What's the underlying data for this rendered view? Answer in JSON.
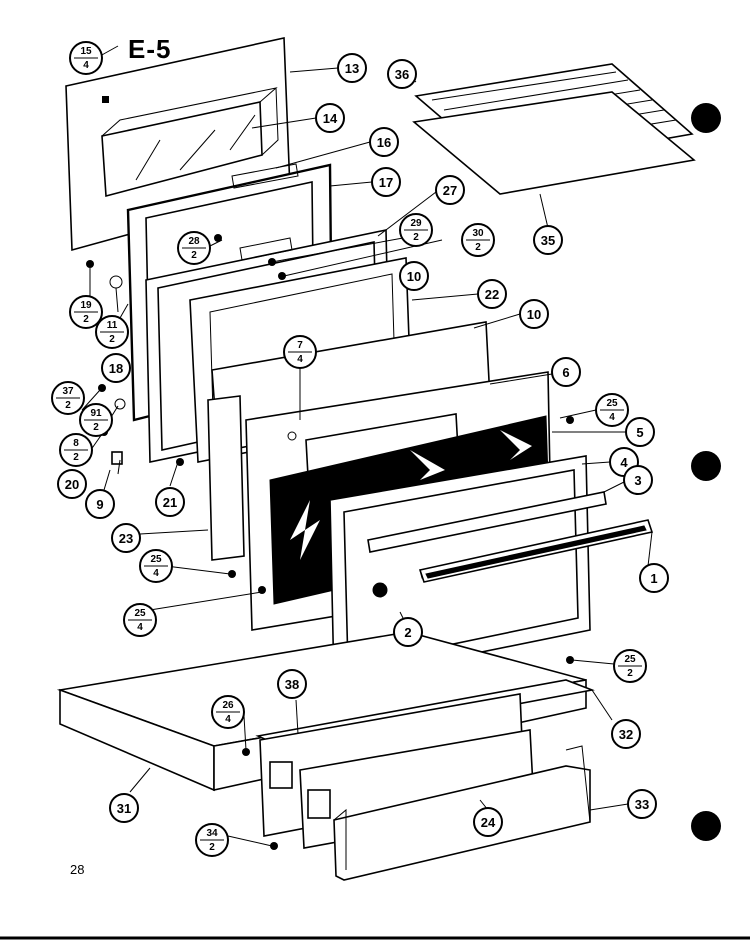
{
  "title": "E-5",
  "page_number": "28",
  "callouts": [
    {
      "label": "13"
    },
    {
      "label": "14"
    },
    {
      "label": "16"
    },
    {
      "label": "17"
    },
    {
      "label": "27"
    },
    {
      "label": "10"
    },
    {
      "label": "22"
    },
    {
      "label": "10"
    },
    {
      "label": "6"
    },
    {
      "label": "5"
    },
    {
      "label": "4"
    },
    {
      "label": "3"
    },
    {
      "label": "1"
    },
    {
      "label": "2"
    },
    {
      "label": "36"
    },
    {
      "label": "35"
    },
    {
      "label": "32"
    },
    {
      "label": "33"
    },
    {
      "label": "24"
    },
    {
      "label": "38"
    },
    {
      "label": "31"
    },
    {
      "label": "23"
    },
    {
      "label": "21"
    },
    {
      "label": "9"
    },
    {
      "label": "20"
    },
    {
      "label": "18"
    }
  ],
  "fractions": [
    {
      "num": "15",
      "den": "4"
    },
    {
      "num": "28",
      "den": "2"
    },
    {
      "num": "29",
      "den": "2"
    },
    {
      "num": "30",
      "den": "2"
    },
    {
      "num": "19",
      "den": "2"
    },
    {
      "num": "11",
      "den": "2"
    },
    {
      "num": "7",
      "den": "4"
    },
    {
      "num": "37",
      "den": "2"
    },
    {
      "num": "91",
      "den": "2"
    },
    {
      "num": "8",
      "den": "2"
    },
    {
      "num": "25",
      "den": "4"
    },
    {
      "num": "25",
      "den": "4"
    },
    {
      "num": "25",
      "den": "4"
    },
    {
      "num": "25",
      "den": "2"
    },
    {
      "num": "26",
      "den": "4"
    },
    {
      "num": "34",
      "den": "2"
    }
  ]
}
